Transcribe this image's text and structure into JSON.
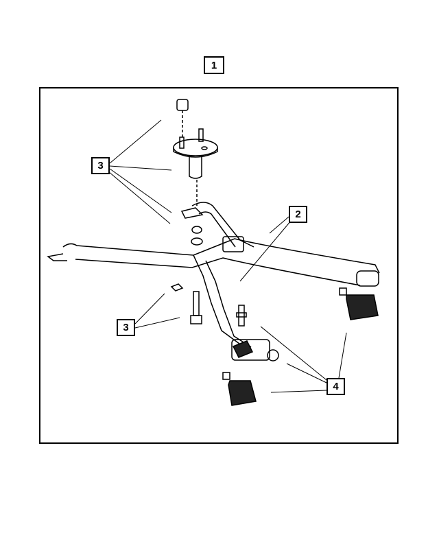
{
  "diagram": {
    "assembly_label": "1",
    "callouts": [
      {
        "id": "callout-3-top",
        "label": "3"
      },
      {
        "id": "callout-2",
        "label": "2"
      },
      {
        "id": "callout-3-bottom",
        "label": "3"
      },
      {
        "id": "callout-4",
        "label": "4"
      }
    ],
    "line_color": "#000000",
    "background": "#ffffff"
  }
}
